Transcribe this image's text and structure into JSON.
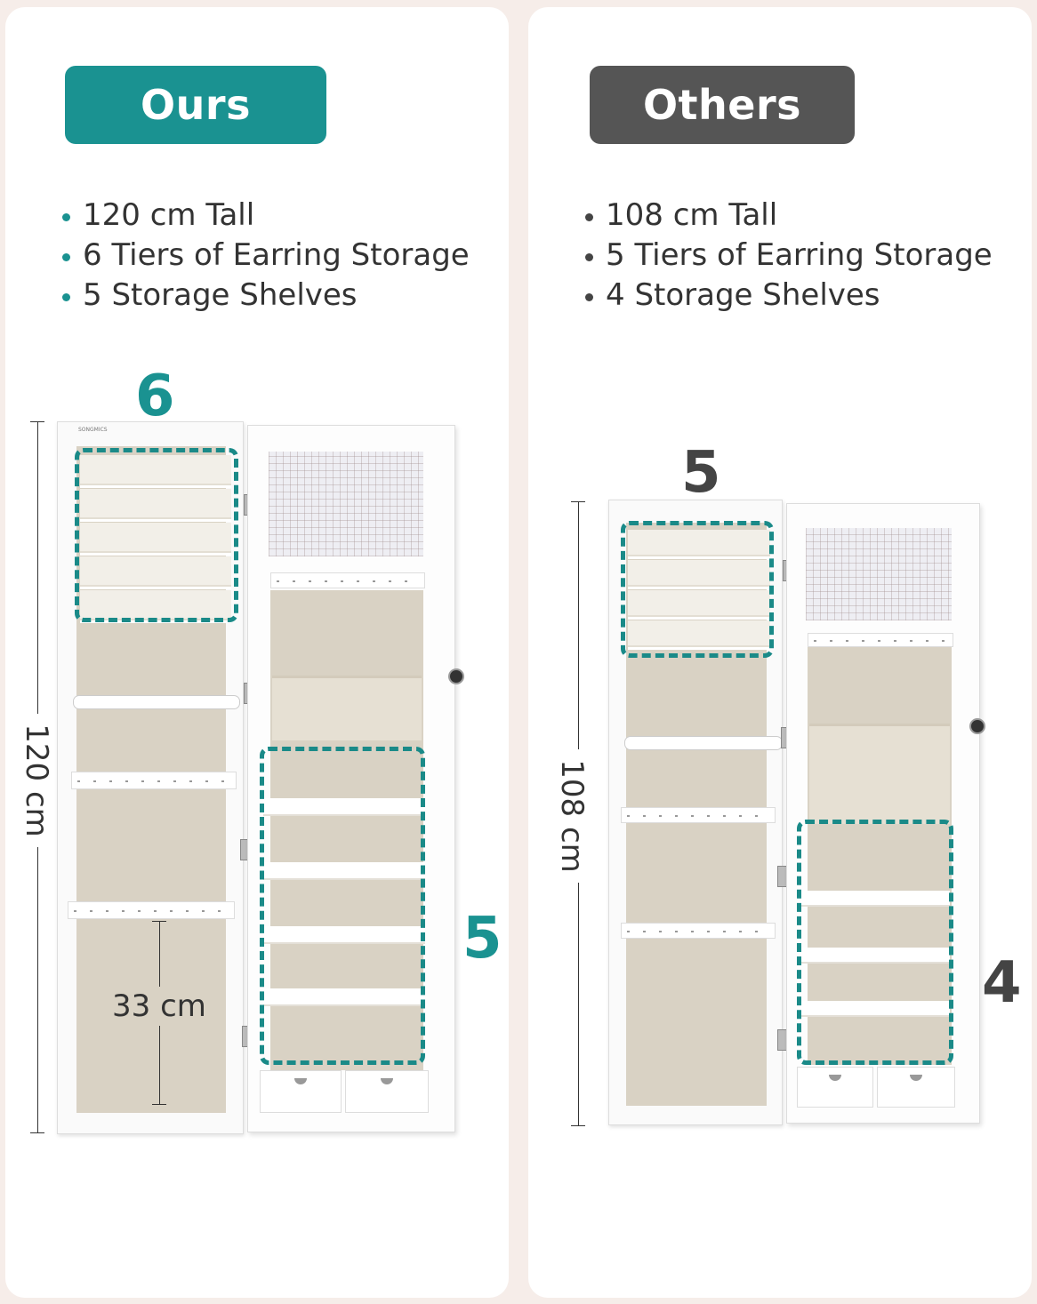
{
  "ours": {
    "label": "Ours",
    "accent_color": "#1a9291",
    "features": [
      "120 cm Tall",
      "6 Tiers of Earring Storage",
      "5 Storage Shelves"
    ],
    "earring_tiers": "6",
    "shelves": "5",
    "height_label": "120  cm",
    "segment_label": "33 cm",
    "brand": "SONGMICS"
  },
  "others": {
    "label": "Others",
    "accent_color": "#555555",
    "features": [
      "108 cm Tall",
      "5 Tiers of Earring Storage",
      "4 Storage Shelves"
    ],
    "earring_tiers": "5",
    "shelves": "4",
    "height_label": "108 cm"
  }
}
